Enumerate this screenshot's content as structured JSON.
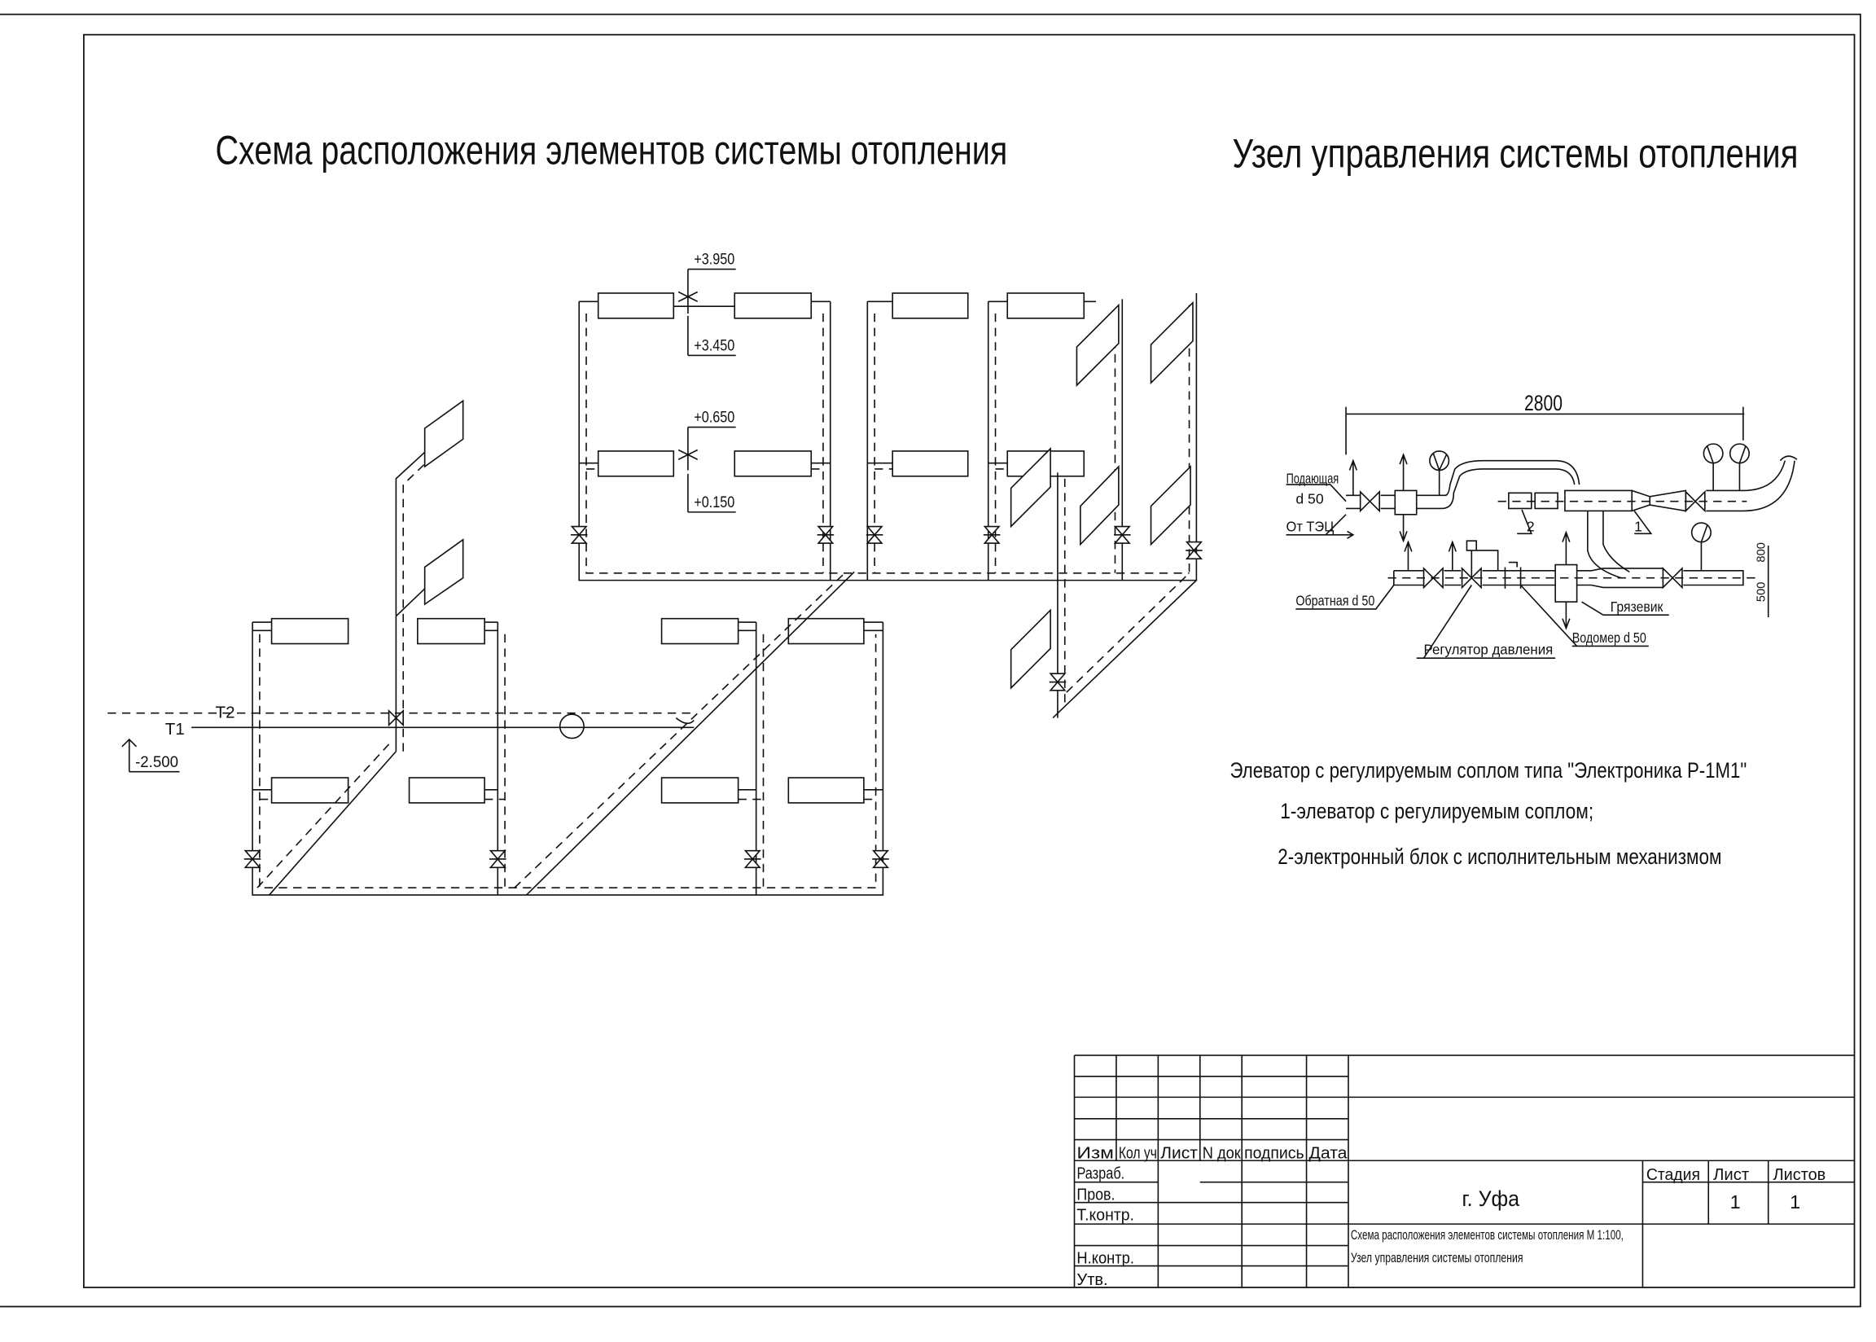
{
  "titles": {
    "layout_scheme": "Схема расположения элементов системы отопления",
    "control_unit": "Узел управления системы отопления"
  },
  "scheme": {
    "elev_1": "+3.950",
    "elev_2": "+3.450",
    "elev_3": "+0.650",
    "elev_4": "+0.150",
    "pipe_t1": "T1",
    "pipe_t2": "T2",
    "level": "-2.500"
  },
  "unit": {
    "dimension": "2800",
    "supply_label": "Подающая",
    "supply_diam": "d 50",
    "from_source": "От ТЭЦ",
    "return_label": "Обратная d 50",
    "mud_trap": "Грязевик",
    "water_meter": "Водомер d 50",
    "pressure_regulator": "Регулятор давления",
    "callout_1": "1",
    "callout_2": "2",
    "dim_800": "800",
    "dim_500": "500"
  },
  "notes": {
    "heading": "Элеватор с регулируемым соплом типа \"Электроника Р-1М1\"",
    "item_1": "1-элеватор с регулируемым соплом;",
    "item_2": "2-электронный блок с исполнительным механизмом"
  },
  "title_block": {
    "headers": [
      "Изм",
      "Кол уч",
      "Лист",
      "N док",
      "подпись",
      "Дата"
    ],
    "roles": [
      "Разраб.",
      "Пров.",
      "Т.контр.",
      "Н.контр.",
      "Утв."
    ],
    "city": "г. Уфа",
    "stage_header": "Стадия",
    "sheet_header": "Лист",
    "sheets_header": "Листов",
    "sheet": "1",
    "sheets": "1",
    "description_1": "Схема расположения элементов системы отопления М 1:100,",
    "description_2": "Узел управления системы отопления"
  }
}
